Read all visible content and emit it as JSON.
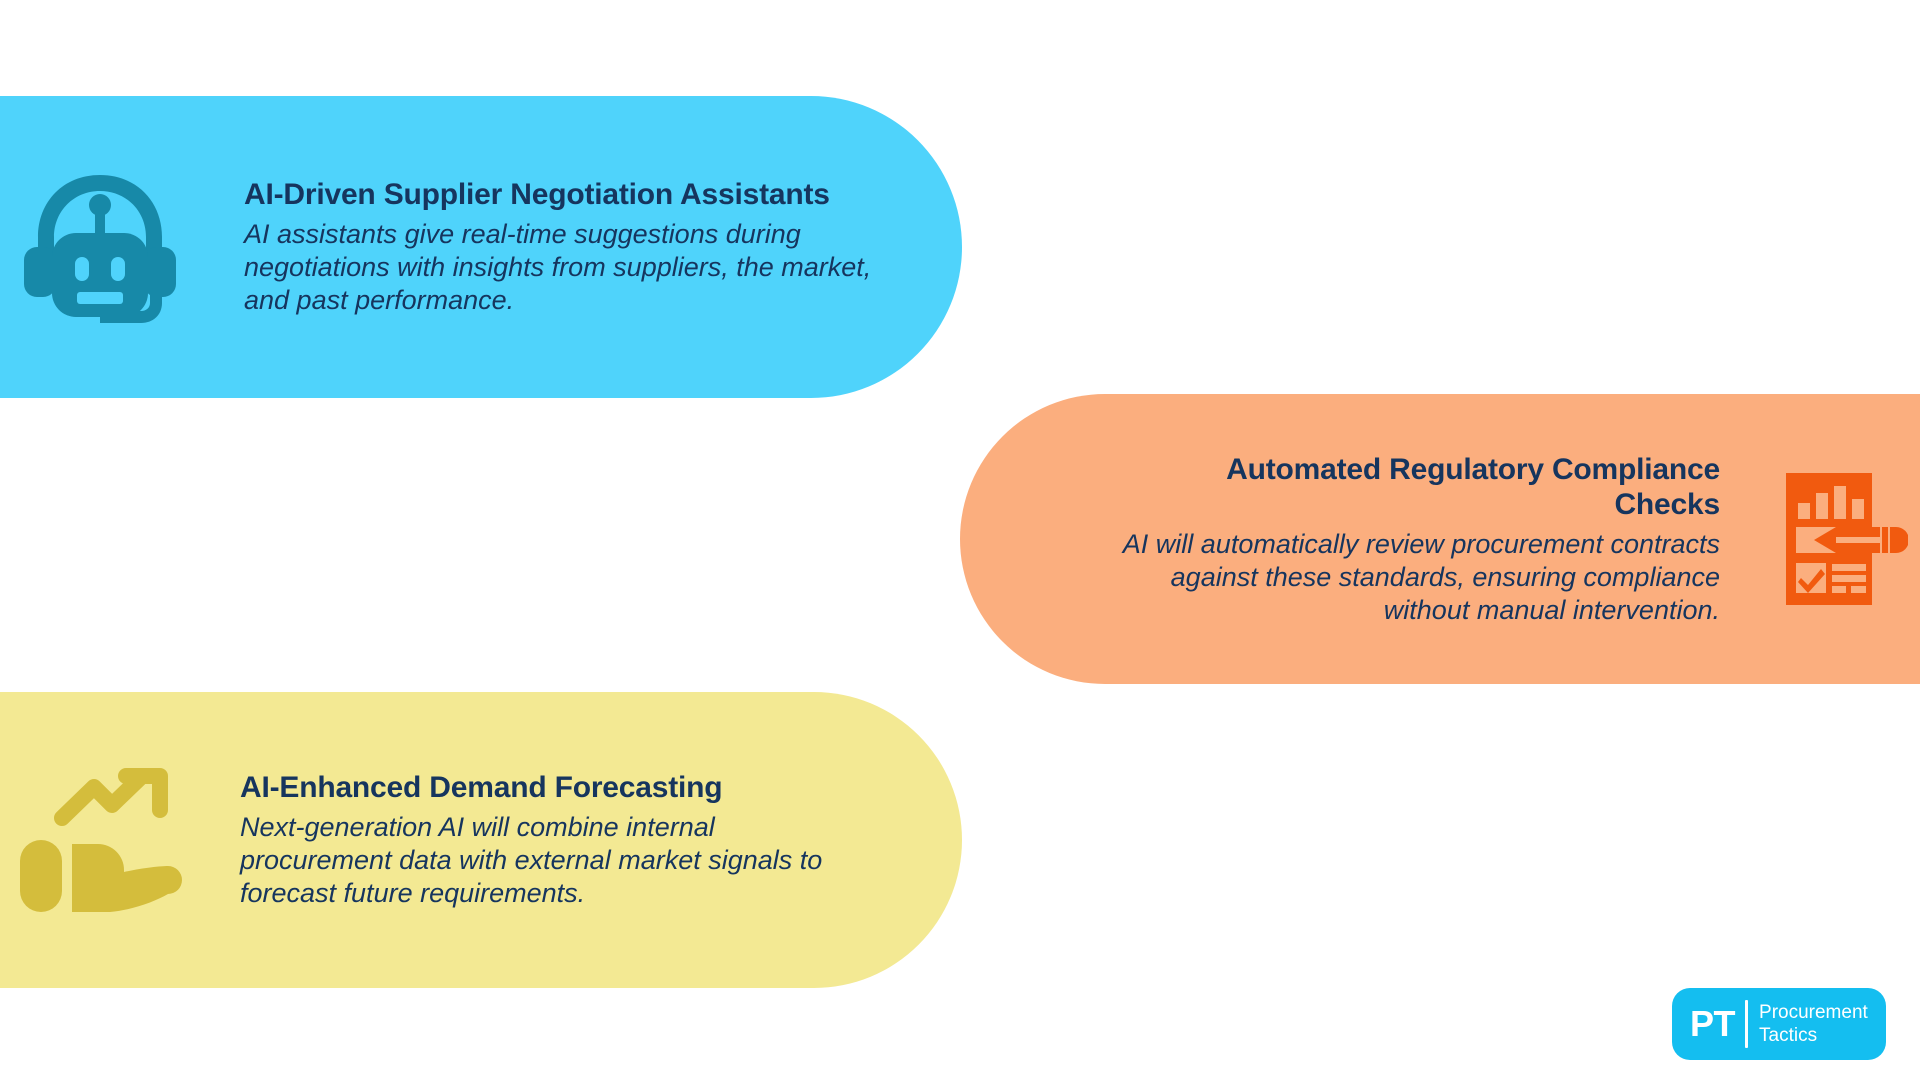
{
  "background_color": "#FFFFFF",
  "text_color": "#16355E",
  "cards": [
    {
      "id": "ai-driven-supplier-negotiation-assistants",
      "title": "AI-Driven Supplier Negotiation Assistants",
      "body": "AI assistants give real-time suggestions during negotiations with insights from suppliers, the market, and past performance.",
      "background_color": "#4FD3FB",
      "icon_color": "#1789A8",
      "icon_name": "robot-headset-icon",
      "align": "left"
    },
    {
      "id": "automated-regulatory-compliance-checks",
      "title": "Automated Regulatory Compliance Checks",
      "body": "AI will automatically review procurement contracts against these standards, ensuring compliance without manual intervention.",
      "background_color": "#FBAE7E",
      "icon_color": "#F15A0F",
      "icon_name": "compliance-document-icon",
      "align": "right"
    },
    {
      "id": "ai-enhanced-demand-forecasting",
      "title": "AI-Enhanced Demand Forecasting",
      "body": "Next-generation AI will combine internal procurement data with external market signals to forecast future requirements.",
      "background_color": "#F3E993",
      "icon_color": "#D4BD3C",
      "icon_name": "hand-growth-arrow-icon",
      "align": "left"
    }
  ],
  "logo": {
    "mark": "PT",
    "line1": "Procurement",
    "line2": "Tactics",
    "background_color": "#14BEF0",
    "text_color": "#FFFFFF"
  }
}
